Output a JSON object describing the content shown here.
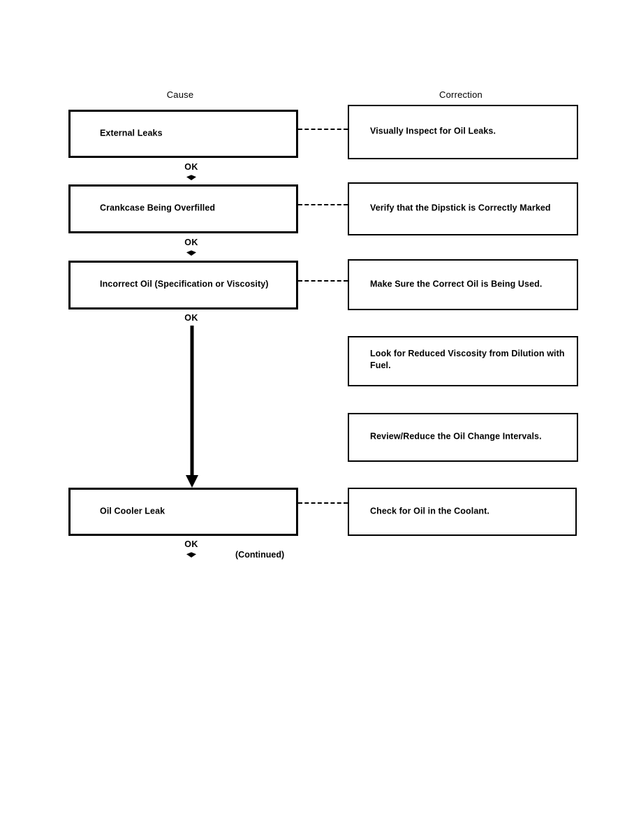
{
  "page": {
    "background_color": "#ffffff",
    "ink_color": "#000000"
  },
  "headers": {
    "cause": "Cause",
    "correction": "Correction"
  },
  "flow": {
    "ok_label": "OK",
    "continued_label": "(Continued)",
    "cause_boxes": [
      {
        "id": "external-leaks",
        "text": "External Leaks"
      },
      {
        "id": "crankcase-overfilled",
        "text": "Crankcase Being Overfilled"
      },
      {
        "id": "incorrect-oil",
        "text": "Incorrect Oil (Specification or Viscosity)"
      },
      {
        "id": "oil-cooler-leak",
        "text": "Oil Cooler Leak"
      }
    ],
    "correction_boxes": [
      {
        "id": "visually-inspect",
        "text": "Visually Inspect for Oil Leaks."
      },
      {
        "id": "verify-dipstick",
        "text": "Verify that the Dipstick is Correctly Marked"
      },
      {
        "id": "correct-oil-used",
        "text": "Make Sure the Correct Oil is Being Used."
      },
      {
        "id": "reduced-viscosity",
        "text": "Look for Reduced Viscosity from Dilution with Fuel."
      },
      {
        "id": "oil-change-intervals",
        "text": "Review/Reduce the Oil Change Intervals."
      },
      {
        "id": "oil-in-coolant",
        "text": "Check for Oil in the Coolant."
      }
    ]
  }
}
